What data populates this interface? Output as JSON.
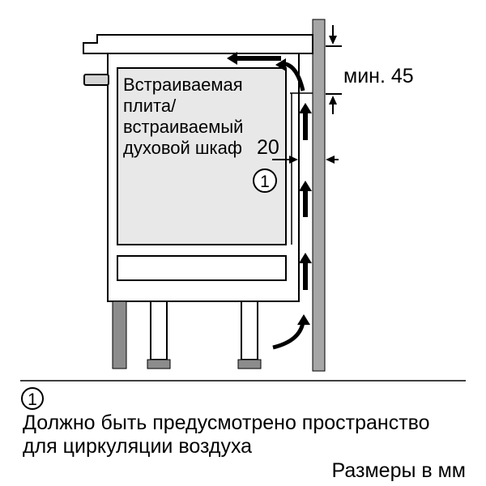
{
  "diagram": {
    "appliance_label": [
      "Встраиваемая",
      "плита/",
      "встраиваемый",
      "духовой шкаф"
    ],
    "min_gap_top_label": "мин. 45",
    "rear_gap_label": "20",
    "callout_marker": "1"
  },
  "footnote": {
    "marker": "1",
    "text_line1": "Должно быть предусмотрено пространство",
    "text_line2": "для циркуляции воздуха",
    "units_label": "Размеры в мм"
  },
  "colors": {
    "wall": "#a6a6a6",
    "oven_fill": "#e8e8e8",
    "plinth": "#8c8c8c",
    "handle": "#d4d4d4",
    "line": "#000000"
  }
}
